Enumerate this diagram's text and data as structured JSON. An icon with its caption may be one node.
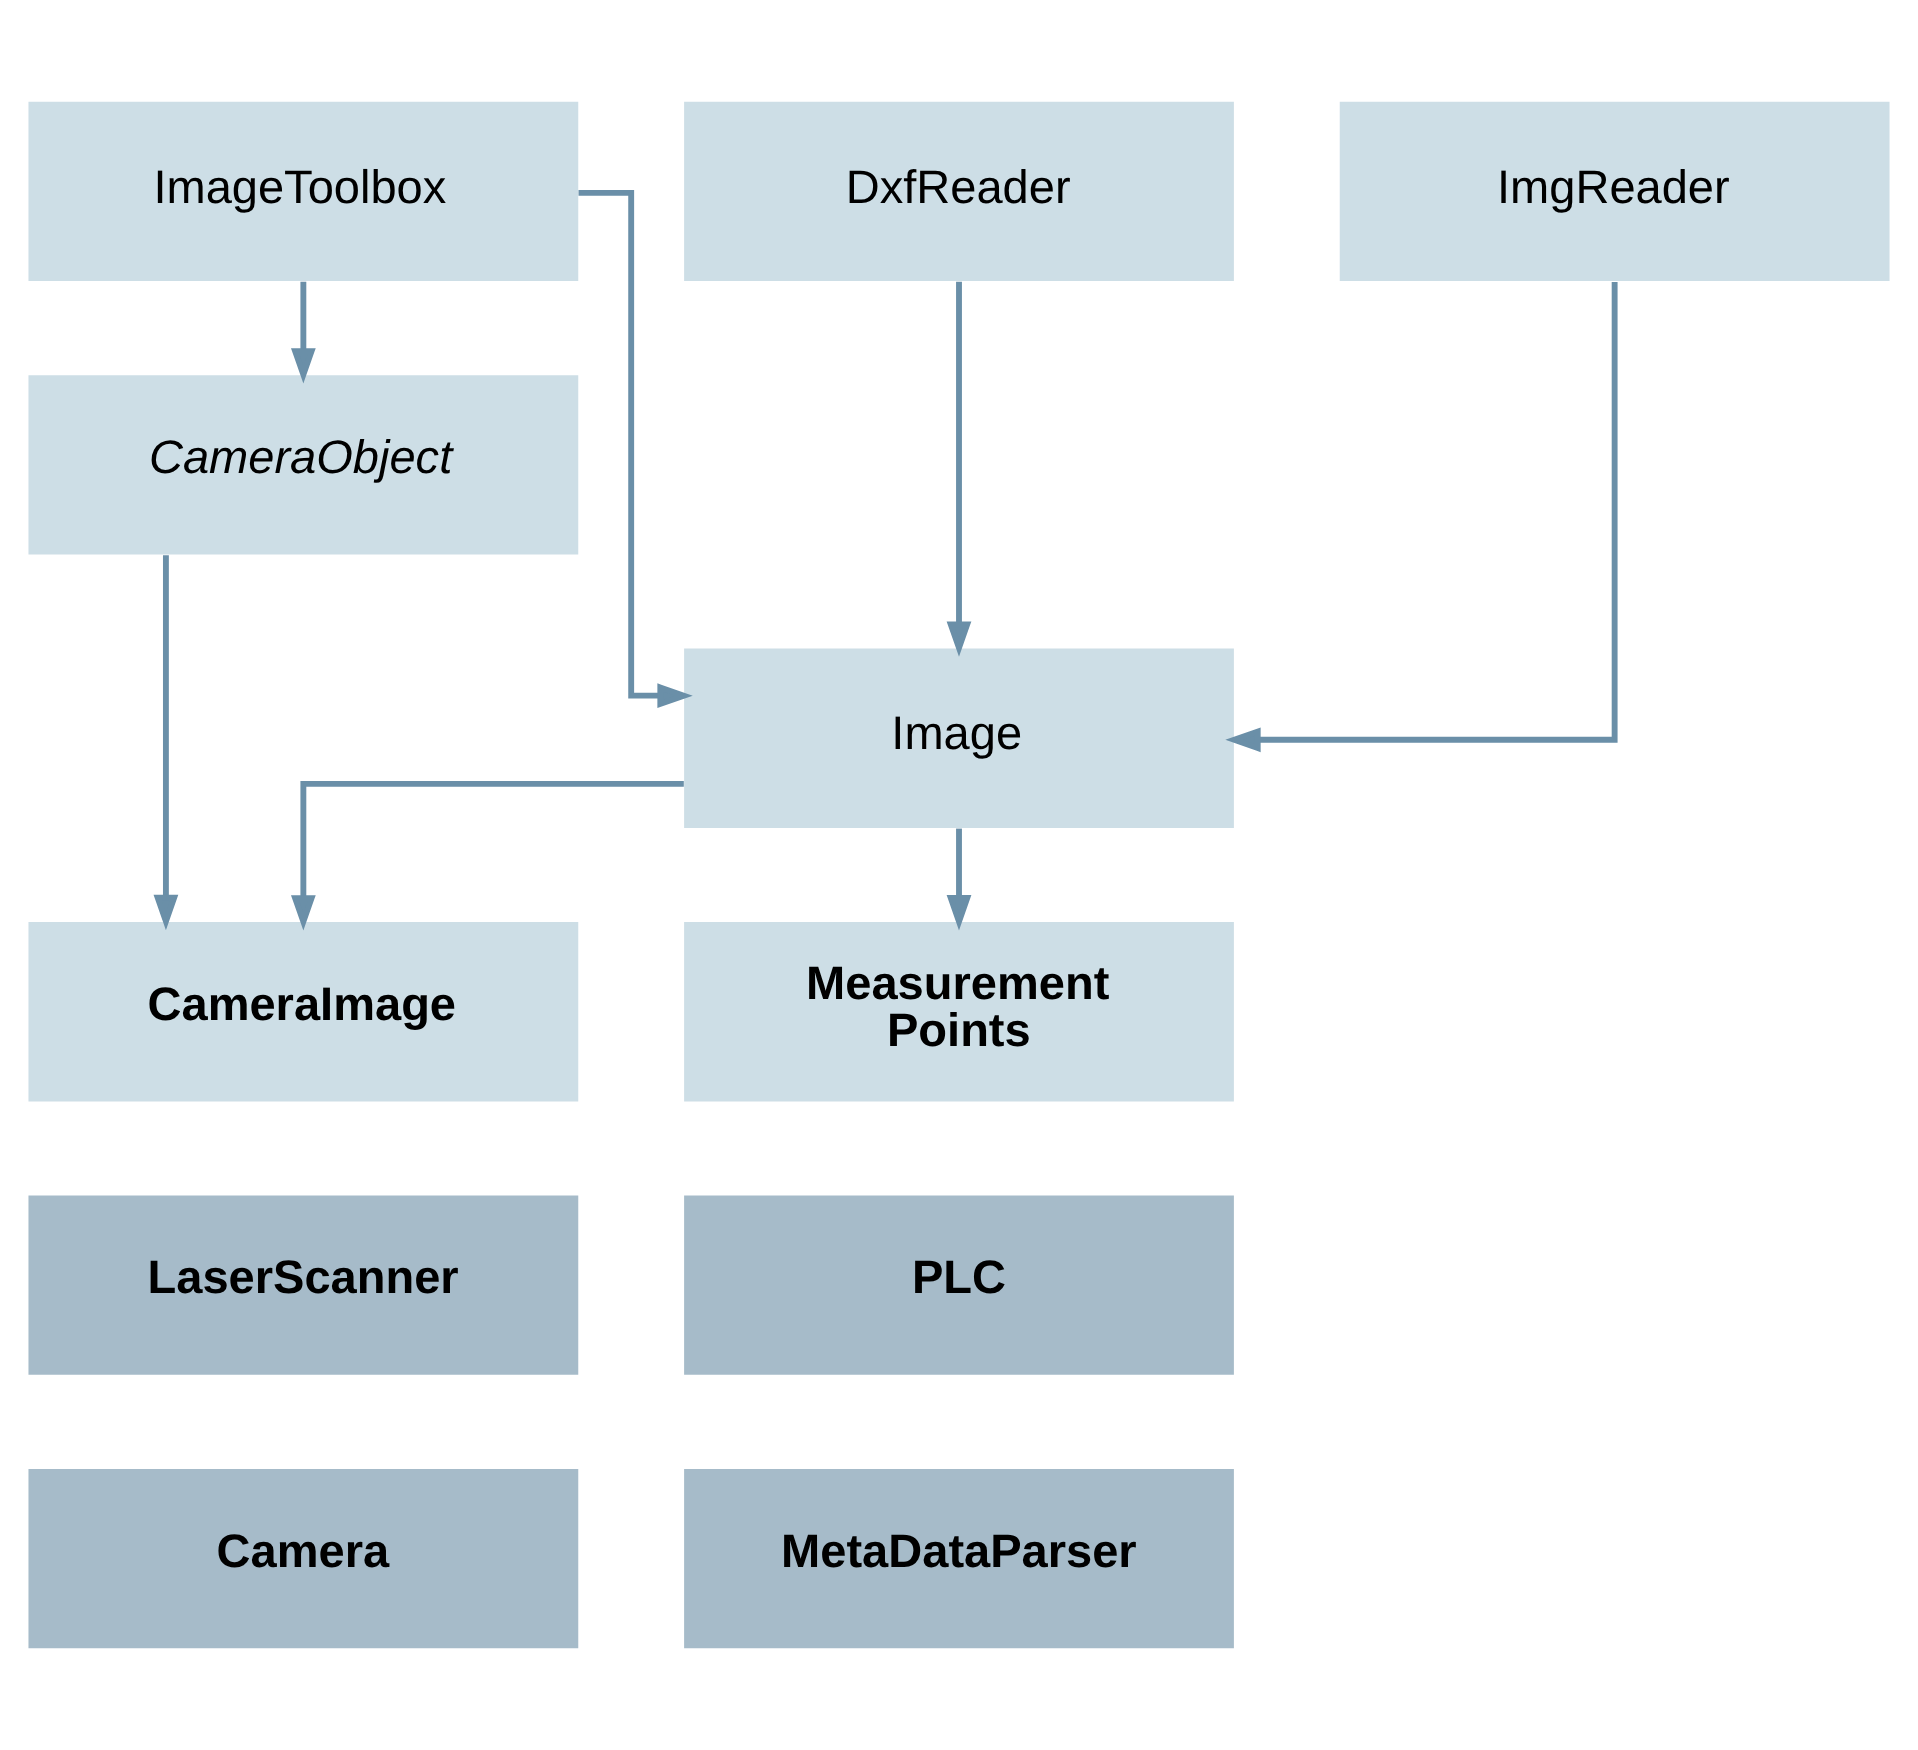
{
  "diagram": {
    "nodes": [
      {
        "text": [
          "ImageToolbox"
        ]
      },
      {
        "text": [
          "DxfReader"
        ]
      },
      {
        "text": [
          "ImgReader"
        ]
      },
      {
        "text": [
          "CameraObject"
        ]
      },
      {
        "text": [
          "Image"
        ]
      },
      {
        "text": [
          "CameraImage"
        ]
      },
      {
        "text": [
          "Measurement Points"
        ]
      },
      {
        "text": [
          "LaserScanner"
        ]
      },
      {
        "text": [
          "PLC"
        ]
      },
      {
        "text": [
          "Camera"
        ]
      },
      {
        "text": [
          "MetaDataParser"
        ]
      }
    ],
    "edges": [
      {
        "from": 0,
        "to": 3,
        "arrow": "to"
      },
      {
        "from": 0,
        "to": 4,
        "arrow": "to"
      },
      {
        "from": 1,
        "to": 4,
        "arrow": "to"
      },
      {
        "from": 2,
        "to": 4,
        "arrow": "to"
      },
      {
        "from": 3,
        "to": 5,
        "arrow": "to"
      },
      {
        "from": 4,
        "to": 5,
        "arrow": "to"
      },
      {
        "from": 4,
        "to": 6,
        "arrow": "to"
      }
    ]
  }
}
